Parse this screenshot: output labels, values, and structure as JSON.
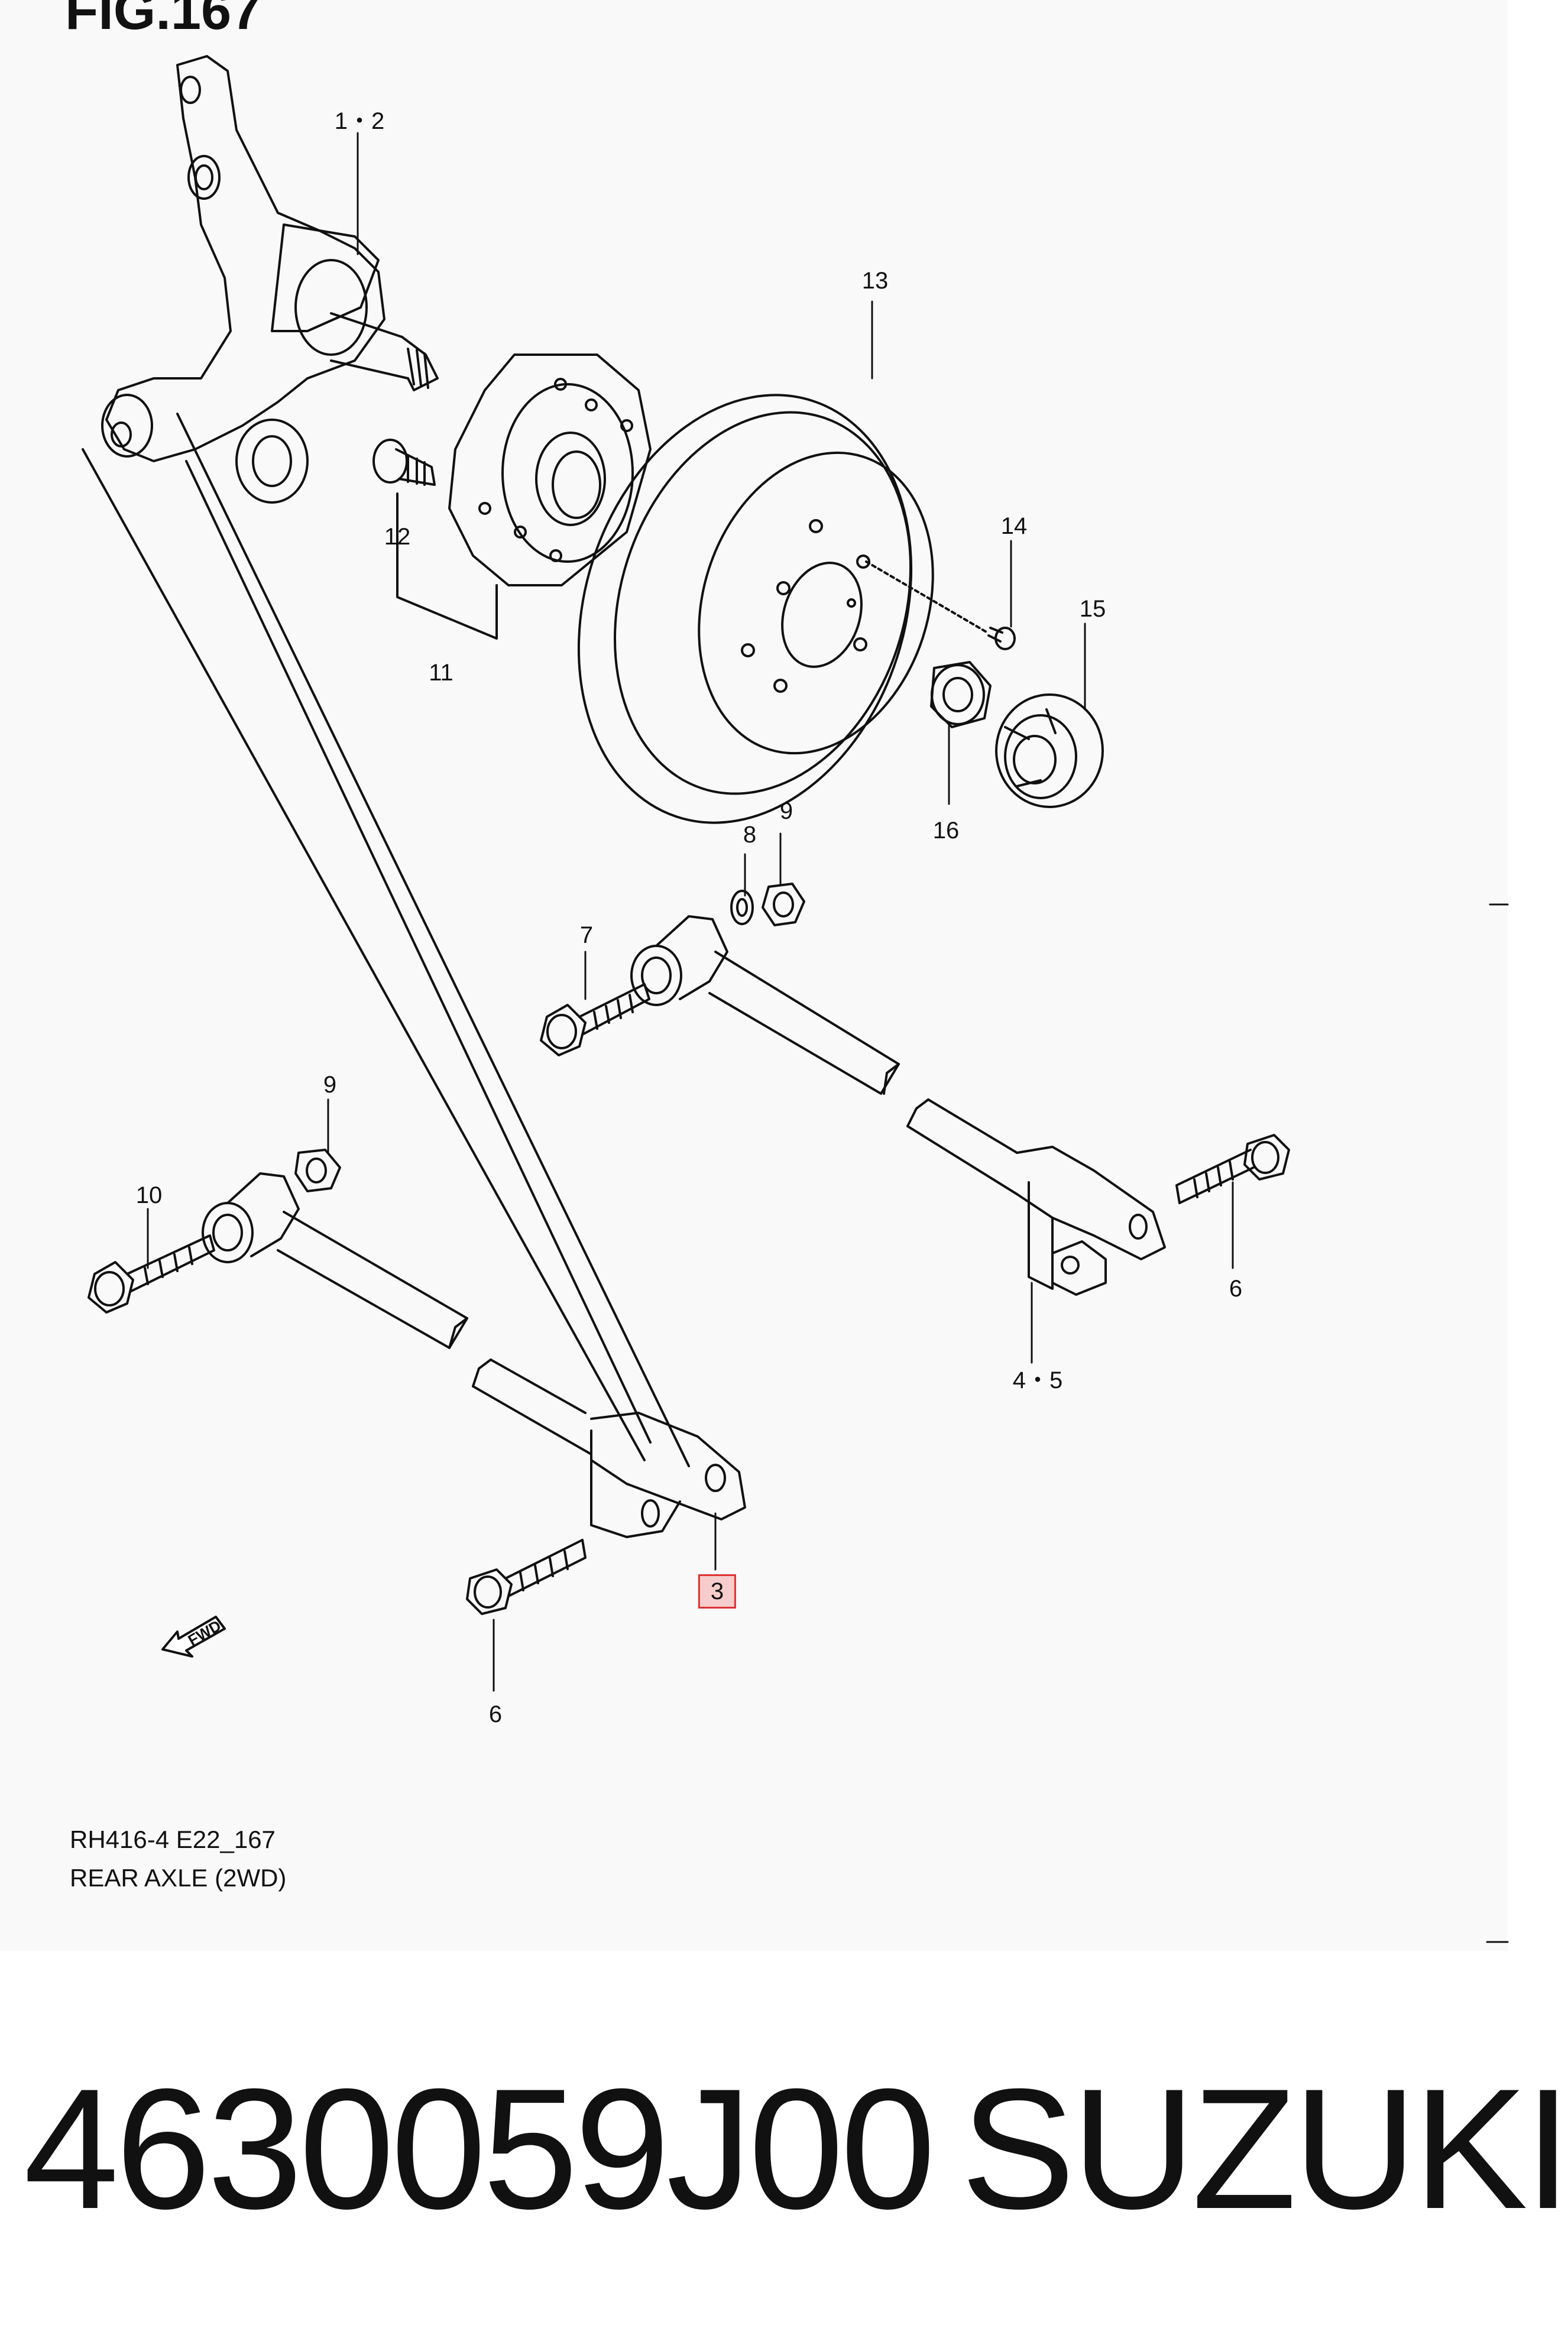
{
  "figure": {
    "header": "FIG.167",
    "catalog_code": "RH416-4 E22_167",
    "section_title": "REAR AXLE (2WD)"
  },
  "callouts": [
    {
      "id": "1-2",
      "label": "1・2"
    },
    {
      "id": "13",
      "label": "13"
    },
    {
      "id": "14",
      "label": "14"
    },
    {
      "id": "15",
      "label": "15"
    },
    {
      "id": "12",
      "label": "12"
    },
    {
      "id": "11",
      "label": "11"
    },
    {
      "id": "16",
      "label": "16"
    },
    {
      "id": "8",
      "label": "8"
    },
    {
      "id": "9a",
      "label": "9"
    },
    {
      "id": "7",
      "label": "7"
    },
    {
      "id": "9b",
      "label": "9"
    },
    {
      "id": "10",
      "label": "10"
    },
    {
      "id": "6a",
      "label": "6"
    },
    {
      "id": "4-5",
      "label": "4・5"
    },
    {
      "id": "3",
      "label": "3",
      "highlighted": true
    },
    {
      "id": "6b",
      "label": "6"
    }
  ],
  "fwd_icon": {
    "label": "FWD",
    "icon": "fwd-arrow-icon"
  },
  "product": {
    "part_number": "4630059J00",
    "brand": "SUZUKI"
  },
  "colors": {
    "highlight_fill": "#f6cccc",
    "highlight_border": "#d33333",
    "line": "#111111",
    "panel_bg": "#f9f9f9"
  }
}
